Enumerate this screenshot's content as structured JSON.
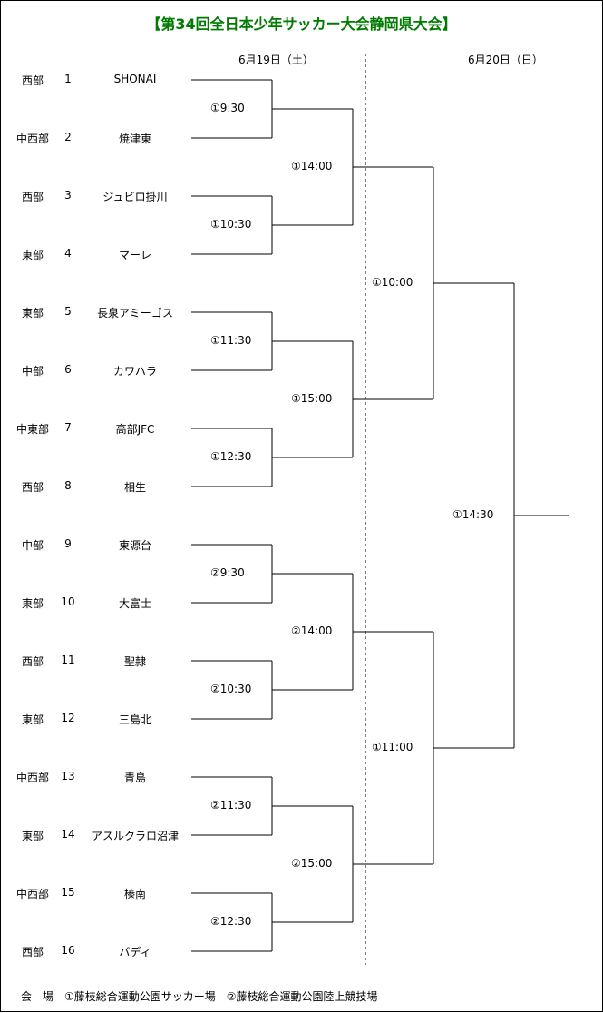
{
  "title": "【第34回全日本少年サッカー大会静岡県大会】",
  "dates": {
    "day1": "6月19日（土）",
    "day2": "6月20日（日）"
  },
  "teams": [
    {
      "region": "西部",
      "seed": "1",
      "name": "SHONAI"
    },
    {
      "region": "中西部",
      "seed": "2",
      "name": "焼津東"
    },
    {
      "region": "西部",
      "seed": "3",
      "name": "ジュビロ掛川"
    },
    {
      "region": "東部",
      "seed": "4",
      "name": "マーレ"
    },
    {
      "region": "東部",
      "seed": "5",
      "name": "長泉アミーゴス"
    },
    {
      "region": "中部",
      "seed": "6",
      "name": "カワハラ"
    },
    {
      "region": "中東部",
      "seed": "7",
      "name": "高部JFC"
    },
    {
      "region": "西部",
      "seed": "8",
      "name": "相生"
    },
    {
      "region": "中部",
      "seed": "9",
      "name": "東源台"
    },
    {
      "region": "東部",
      "seed": "10",
      "name": "大富士"
    },
    {
      "region": "西部",
      "seed": "11",
      "name": "聖隷"
    },
    {
      "region": "東部",
      "seed": "12",
      "name": "三島北"
    },
    {
      "region": "中西部",
      "seed": "13",
      "name": "青島"
    },
    {
      "region": "東部",
      "seed": "14",
      "name": "アスルクラロ沼津"
    },
    {
      "region": "中西部",
      "seed": "15",
      "name": "榛南"
    },
    {
      "region": "西部",
      "seed": "16",
      "name": "バディ"
    }
  ],
  "rounds": {
    "round1": [
      "①9:30",
      "①10:30",
      "①11:30",
      "①12:30",
      "②9:30",
      "②10:30",
      "②11:30",
      "②12:30"
    ],
    "round2": [
      "①14:00",
      "①15:00",
      "②14:00",
      "②15:00"
    ],
    "semis": [
      "①10:00",
      "①11:00"
    ],
    "final": "①14:30"
  },
  "venue": "会　場　①藤枝総合運動公園サッカー場　②藤枝総合運動公園陸上競技場"
}
